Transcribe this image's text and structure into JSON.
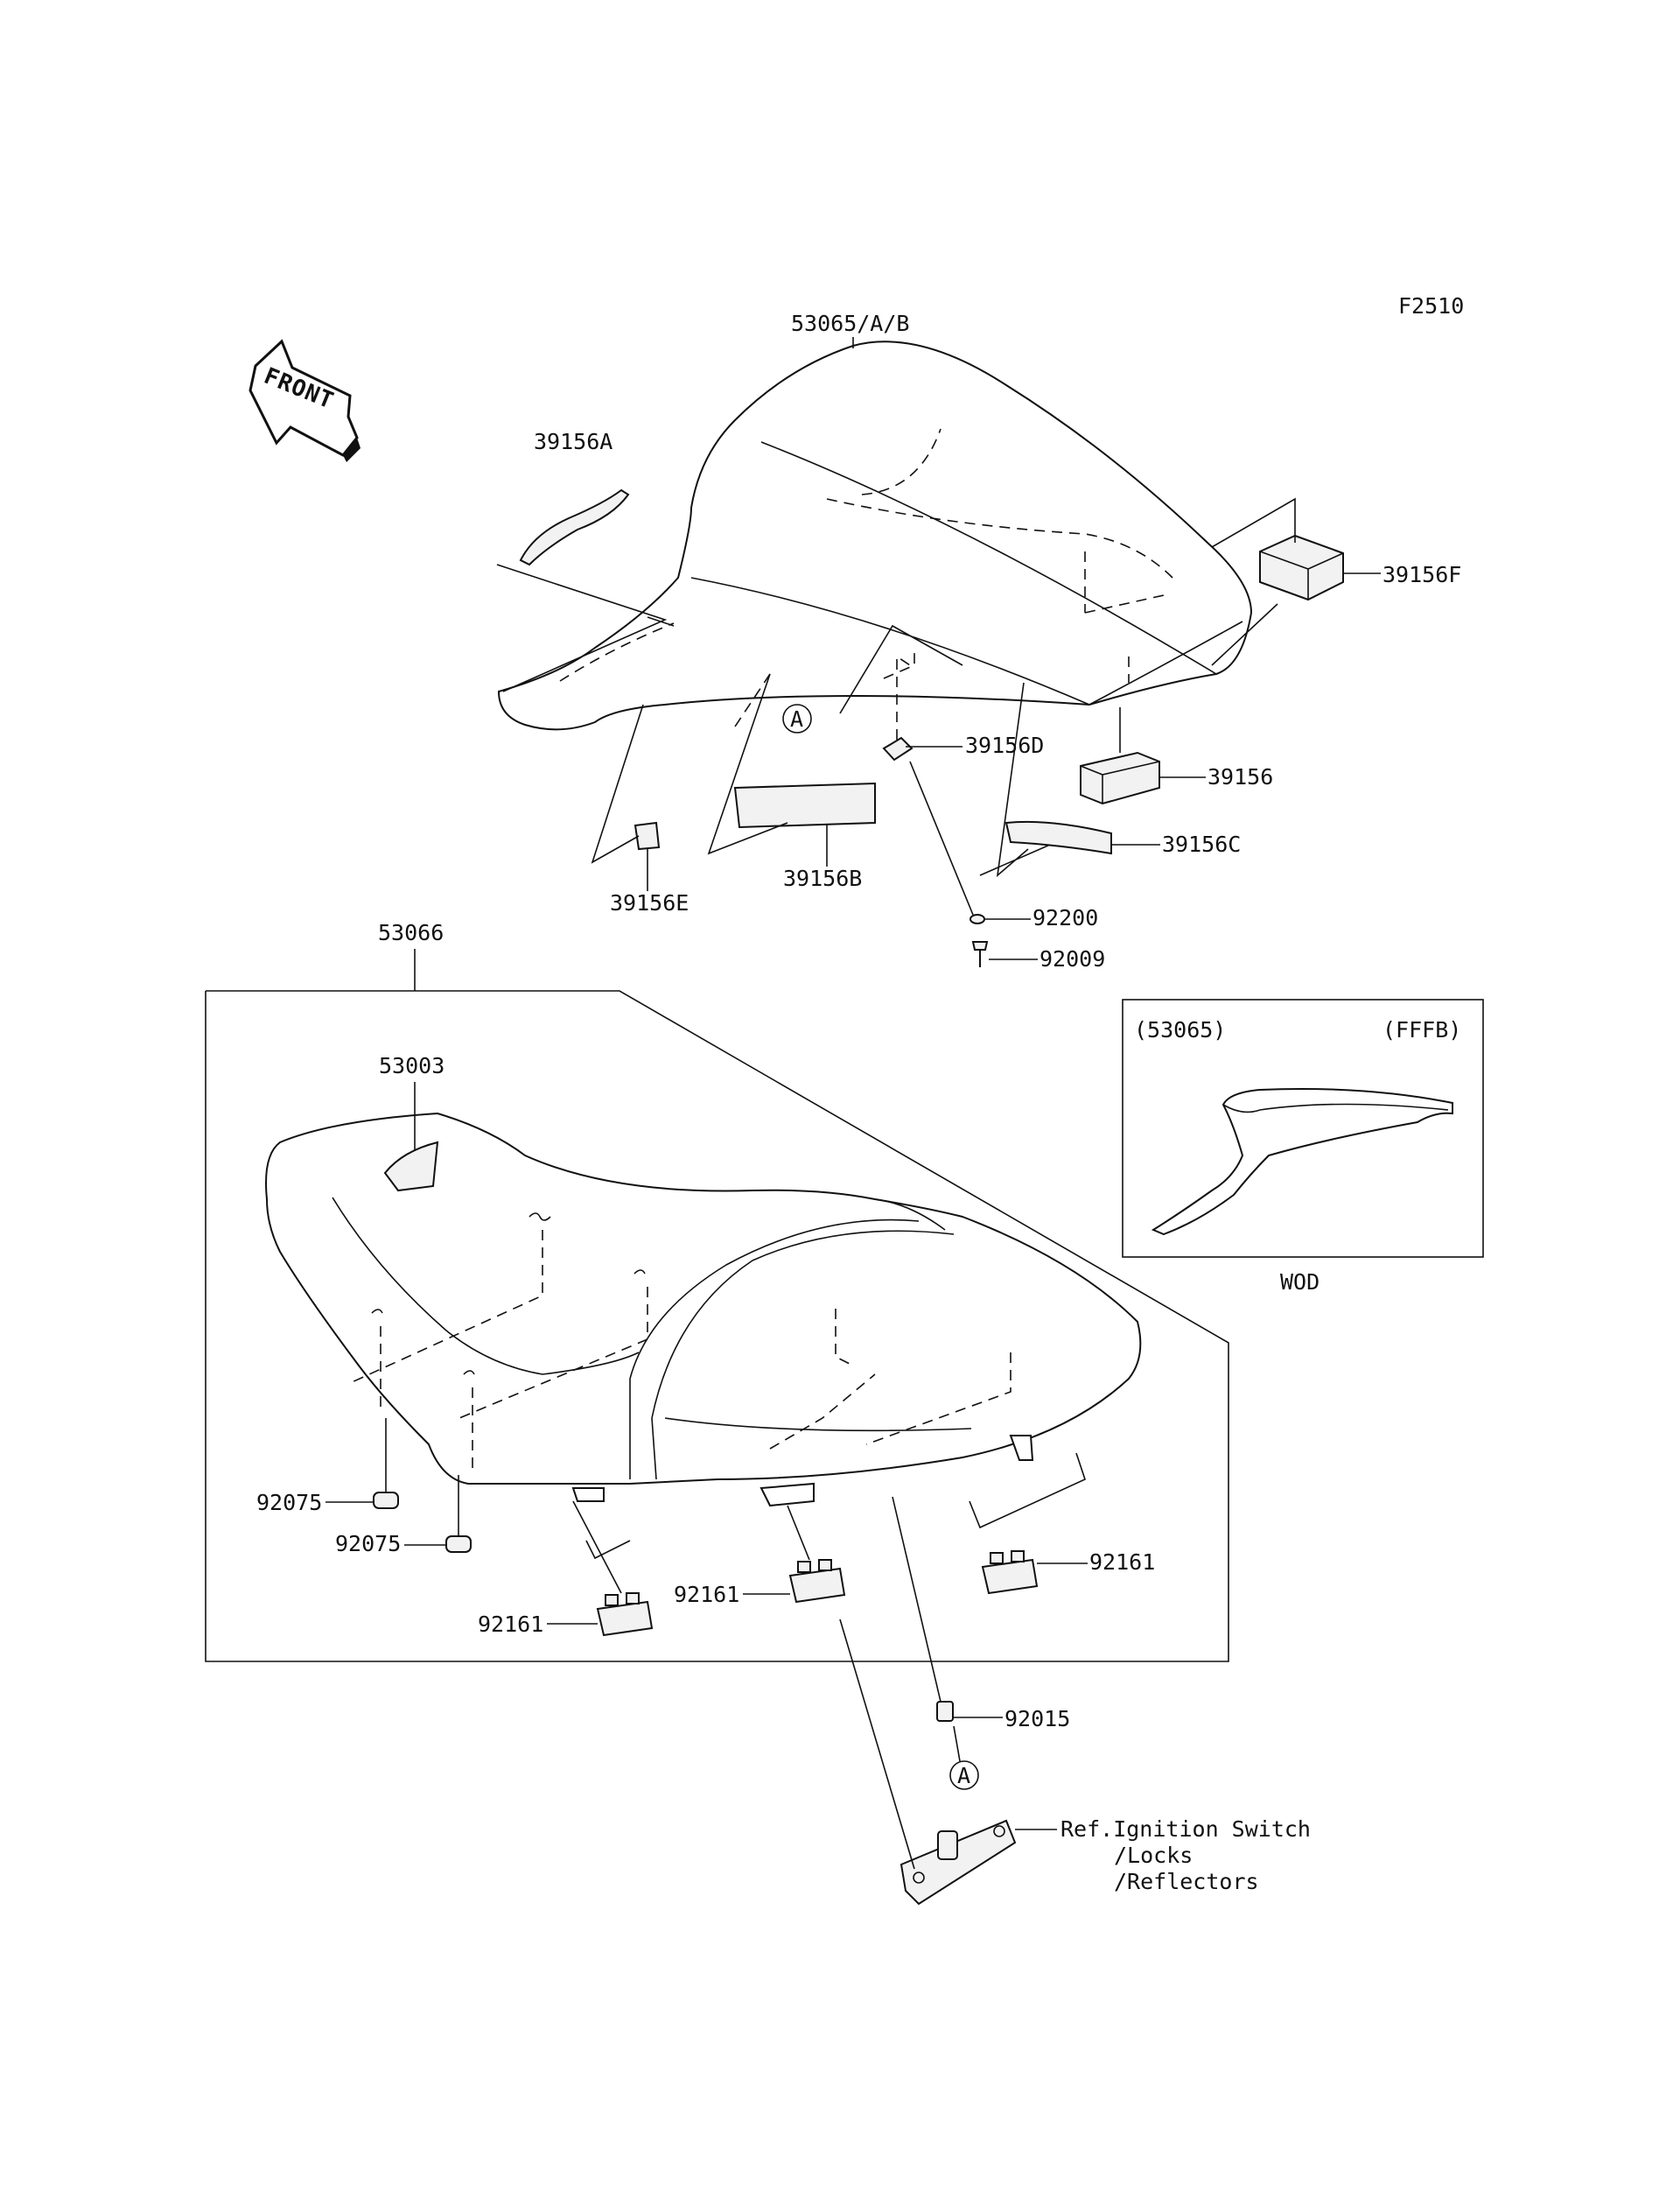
{
  "figure_code": "F2510",
  "front_arrow": {
    "label": "FRONT",
    "icon": "front-arrow-icon"
  },
  "parts": {
    "seat_cover_rear": "53065/A/B",
    "pad_a": "39156A",
    "pad_f": "39156F",
    "pad_d": "39156D",
    "pad": "39156",
    "pad_c": "39156C",
    "pad_e": "39156E",
    "pad_b": "39156B",
    "collar": "92200",
    "bolt": "92009",
    "seat": "53066",
    "seat_cover": "53003",
    "damper_1": "92075",
    "damper_2": "92075",
    "clip_1": "92161",
    "clip_2": "92161",
    "clip_3": "92161",
    "bush": "92015"
  },
  "refs": {
    "marker_top": "A",
    "marker_bottom": "A",
    "ignition_line1": "Ref.Ignition Switch",
    "ignition_line2": "/Locks",
    "ignition_line3": "/Reflectors"
  },
  "inset": {
    "left_label": "(53065)",
    "right_label": "(FFFB)",
    "caption": "WOD"
  }
}
